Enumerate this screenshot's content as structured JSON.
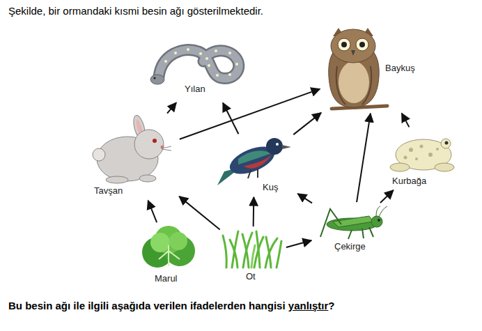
{
  "diagram": {
    "title": "Şekilde, bir ormandaki kısmi besin ağı gösterilmektedir.",
    "caption": "Bu besin ağı ile ilgili aşağıda verilen ifadelerden hangisi yanlıştır?",
    "nodes": [
      {
        "text": [
          "Yılan"
        ]
      },
      {
        "text": [
          "Baykuş"
        ]
      },
      {
        "text": [
          "Tavşan"
        ]
      },
      {
        "text": [
          "Kuş"
        ]
      },
      {
        "text": [
          "Kurbağa"
        ]
      },
      {
        "text": [
          "Marul"
        ]
      },
      {
        "text": [
          "Ot"
        ]
      },
      {
        "text": [
          "Çekirge"
        ]
      }
    ],
    "edges": [
      {
        "from": 2,
        "to": 0,
        "arrow": "to"
      },
      {
        "from": 2,
        "to": 1,
        "arrow": "to"
      },
      {
        "from": 3,
        "to": 0,
        "arrow": "to"
      },
      {
        "from": 3,
        "to": 1,
        "arrow": "to"
      },
      {
        "from": 4,
        "to": 1,
        "arrow": "to"
      },
      {
        "from": 7,
        "to": 1,
        "arrow": "to"
      },
      {
        "from": 7,
        "to": 4,
        "arrow": "to"
      },
      {
        "from": 7,
        "to": 3,
        "arrow": "to"
      },
      {
        "from": 5,
        "to": 2,
        "arrow": "to"
      },
      {
        "from": 6,
        "to": 2,
        "arrow": "to"
      },
      {
        "from": 6,
        "to": 3,
        "arrow": "to"
      },
      {
        "from": 6,
        "to": 7,
        "arrow": "to"
      }
    ]
  }
}
